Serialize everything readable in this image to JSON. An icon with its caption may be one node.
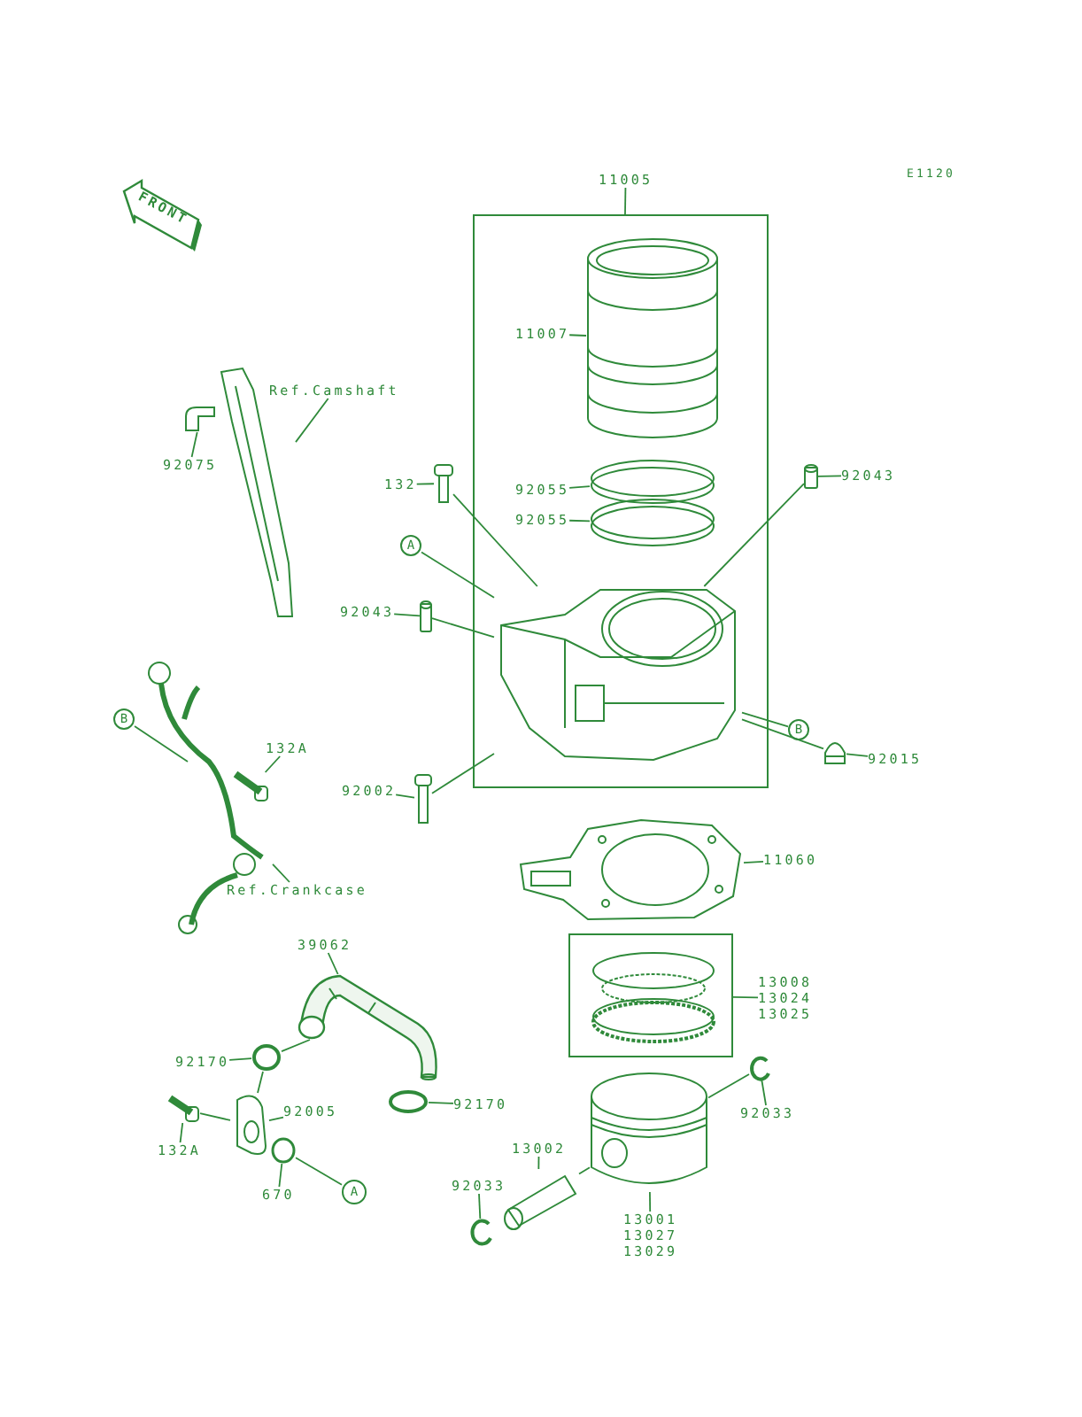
{
  "diagram": {
    "nodes": [
      {
        "text": [
          "FRONT"
        ]
      },
      {
        "text": [
          "11005"
        ]
      },
      {
        "text": [],
        "shape": "box"
      },
      {
        "text": [],
        "shape": "picture",
        "in": 2
      },
      {
        "text": [
          "11007"
        ],
        "in": 2
      },
      {
        "text": [],
        "shape": "circle",
        "in": 2
      },
      {
        "text": [],
        "shape": "circle",
        "in": 2
      },
      {
        "text": [
          "92055"
        ],
        "in": 2
      },
      {
        "text": [
          "92055"
        ],
        "in": 2
      },
      {
        "text": [],
        "shape": "picture",
        "in": 2
      },
      {
        "text": [
          "132"
        ]
      },
      {
        "text": [],
        "shape": "picture"
      },
      {
        "text": [
          "92043"
        ]
      },
      {
        "text": [],
        "shape": "cylinder"
      },
      {
        "text": [
          "A"
        ]
      },
      {
        "text": [
          "92043"
        ]
      },
      {
        "text": [],
        "shape": "cylinder"
      },
      {
        "text": [
          "92002"
        ]
      },
      {
        "text": [],
        "shape": "picture"
      },
      {
        "text": [
          "B"
        ]
      },
      {
        "text": [
          "92015"
        ]
      },
      {
        "text": [],
        "shape": "picture"
      },
      {
        "text": [],
        "shape": "picture"
      },
      {
        "text": [
          "11060"
        ]
      },
      {
        "text": [],
        "shape": "box"
      },
      {
        "text": [],
        "shape": "picture",
        "in": 24
      },
      {
        "text": [
          "13008",
          "13024",
          "13025"
        ]
      },
      {
        "text": [],
        "shape": "picture"
      },
      {
        "text": [
          "13001",
          "13027",
          "13029"
        ]
      },
      {
        "text": [],
        "shape": "picture"
      },
      {
        "text": [
          "92033"
        ]
      },
      {
        "text": [],
        "shape": "picture"
      },
      {
        "text": [
          "13002"
        ]
      },
      {
        "text": [],
        "shape": "picture"
      },
      {
        "text": [
          "92033"
        ]
      },
      {
        "text": [],
        "shape": "picture"
      },
      {
        "text": [
          "Ref.Camshaft"
        ]
      },
      {
        "text": [],
        "shape": "picture"
      },
      {
        "text": [
          "92075"
        ]
      },
      {
        "text": [],
        "shape": "picture"
      },
      {
        "text": [
          "B"
        ]
      },
      {
        "text": [
          "132A"
        ]
      },
      {
        "text": [],
        "shape": "picture"
      },
      {
        "text": [
          "Ref.Crankcase"
        ]
      },
      {
        "text": [],
        "shape": "picture"
      },
      {
        "text": [
          "39062"
        ]
      },
      {
        "text": [],
        "shape": "circle"
      },
      {
        "text": [
          "92170"
        ]
      },
      {
        "text": [],
        "shape": "circle"
      },
      {
        "text": [
          "92170"
        ]
      },
      {
        "text": [],
        "shape": "picture"
      },
      {
        "text": [
          "92005"
        ]
      },
      {
        "text": [],
        "shape": "picture"
      },
      {
        "text": [
          "132A"
        ]
      },
      {
        "text": [],
        "shape": "circle"
      },
      {
        "text": [
          "670"
        ]
      },
      {
        "text": [
          "A"
        ]
      }
    ],
    "edges": [
      {
        "from": 1,
        "to": 2,
        "arrow": "none"
      },
      {
        "from": 4,
        "to": 3,
        "arrow": "none"
      },
      {
        "from": 7,
        "to": 5,
        "arrow": "none"
      },
      {
        "from": 8,
        "to": 6,
        "arrow": "none"
      },
      {
        "from": 10,
        "to": 11,
        "arrow": "none"
      },
      {
        "from": 11,
        "to": 9,
        "arrow": "none"
      },
      {
        "from": 12,
        "to": 13,
        "arrow": "none"
      },
      {
        "from": 13,
        "to": 9,
        "arrow": "none"
      },
      {
        "from": 14,
        "to": 9,
        "arrow": "none"
      },
      {
        "from": 15,
        "to": 16,
        "arrow": "none"
      },
      {
        "from": 16,
        "to": 9,
        "arrow": "none"
      },
      {
        "from": 17,
        "to": 18,
        "arrow": "none"
      },
      {
        "from": 18,
        "to": 9,
        "arrow": "none"
      },
      {
        "from": 19,
        "to": 9,
        "arrow": "none"
      },
      {
        "from": 20,
        "to": 21,
        "arrow": "none"
      },
      {
        "from": 21,
        "to": 9,
        "arrow": "none"
      },
      {
        "from": 23,
        "to": 22,
        "arrow": "none"
      },
      {
        "from": 26,
        "to": 24,
        "arrow": "none"
      },
      {
        "from": 28,
        "to": 27,
        "arrow": "none"
      },
      {
        "from": 30,
        "to": 29,
        "arrow": "none"
      },
      {
        "from": 29,
        "to": 27,
        "arrow": "none"
      },
      {
        "from": 32,
        "to": 31,
        "arrow": "none"
      },
      {
        "from": 31,
        "to": 27,
        "arrow": "none"
      },
      {
        "from": 34,
        "to": 33,
        "arrow": "none"
      },
      {
        "from": 36,
        "to": 35,
        "arrow": "none"
      },
      {
        "from": 38,
        "to": 37,
        "arrow": "none"
      },
      {
        "from": 40,
        "to": 39,
        "arrow": "none"
      },
      {
        "from": 41,
        "to": 42,
        "arrow": "none"
      },
      {
        "from": 43,
        "to": 39,
        "arrow": "none"
      },
      {
        "from": 45,
        "to": 44,
        "arrow": "none"
      },
      {
        "from": 47,
        "to": 46,
        "arrow": "none"
      },
      {
        "from": 44,
        "to": 46,
        "arrow": "none"
      },
      {
        "from": 46,
        "to": 50,
        "arrow": "none"
      },
      {
        "from": 49,
        "to": 48,
        "arrow": "none"
      },
      {
        "from": 51,
        "to": 50,
        "arrow": "none"
      },
      {
        "from": 53,
        "to": 52,
        "arrow": "none"
      },
      {
        "from": 52,
        "to": 50,
        "arrow": "none"
      },
      {
        "from": 55,
        "to": 54,
        "arrow": "none"
      },
      {
        "from": 56,
        "to": 54,
        "arrow": "none"
      }
    ],
    "labels": [
      "E1120"
    ]
  }
}
